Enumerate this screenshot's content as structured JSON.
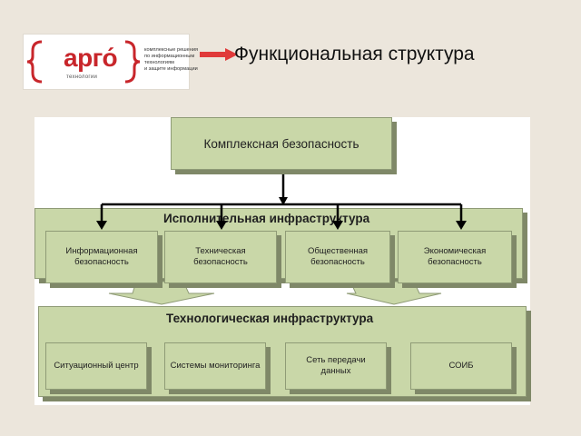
{
  "logo": {
    "word": "арго́",
    "sub": "технологии",
    "tagline": [
      "комплексные решения",
      "по информационным",
      "технологиям",
      "и защите информации"
    ]
  },
  "title": "Функциональная структура",
  "diagram": {
    "top": "Комплексная безопасность",
    "executive": {
      "label": "Исполнительная инфраструктура",
      "items": [
        [
          "Информационная",
          "безопасность"
        ],
        [
          "Техническая",
          "безопасность"
        ],
        [
          "Общественная",
          "безопасность"
        ],
        [
          "Экономическая",
          "безопасность"
        ]
      ]
    },
    "technological": {
      "label": "Технологическая инфраструктура",
      "items": [
        [
          "Ситуационный центр"
        ],
        [
          "Системы мониторинга"
        ],
        [
          "Сеть передачи",
          "данных"
        ],
        [
          "СОИБ"
        ]
      ]
    }
  },
  "colors": {
    "box": "#c9d7a8",
    "shadow": "#7f8868",
    "arrow": "#e03a3a",
    "logo": "#c8262b"
  }
}
